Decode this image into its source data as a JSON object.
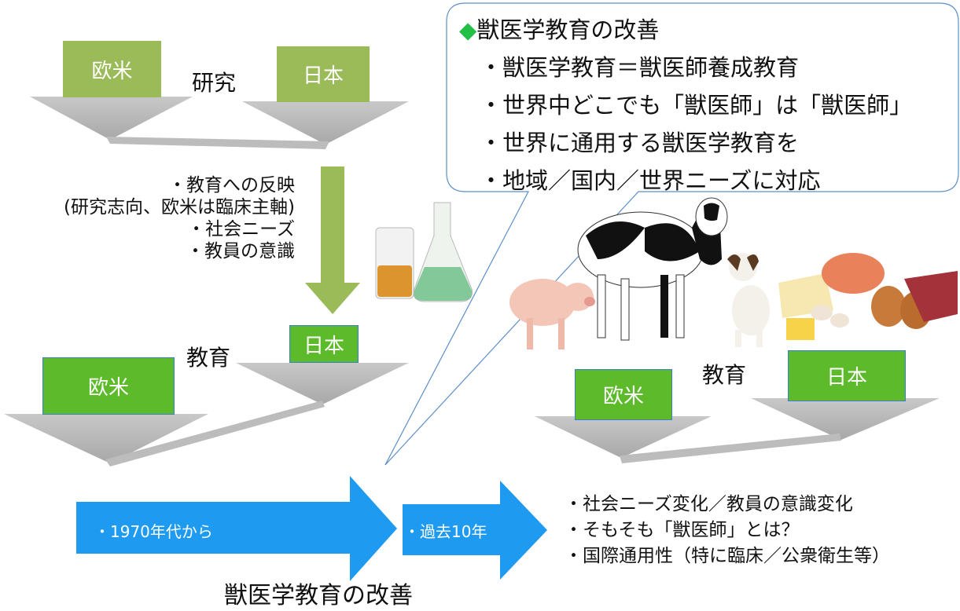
{
  "top_left": {
    "western_label": "欧米",
    "japan_label": "日本",
    "research_label": "研究"
  },
  "middle_left": {
    "factors": [
      "・教育への反映",
      "(研究志向、欧米は臨床主軸)",
      "・社会ニーズ",
      "・教員の意識"
    ]
  },
  "bottom_left": {
    "western_label": "欧米",
    "japan_label": "日本",
    "education_label": "教育"
  },
  "bubble": {
    "heading_mark": "◆",
    "heading": "獣医学教育の改善",
    "items": [
      "・獣医学教育＝獣医師養成教育",
      "・世界中どこでも「獣医師」は「獣医師」",
      "・世界に通用する獣医学教育を",
      "・地域／国内／世界ニーズに対応"
    ]
  },
  "right_diagram": {
    "western_label": "欧米",
    "japan_label": "日本",
    "education_label": "教育"
  },
  "timeline": {
    "arrow1_label": "・1970年代から",
    "arrow2_label": "・過去10年"
  },
  "right_list": [
    "・社会ニーズ変化／教員の意識変化",
    "・そもそも「獣医師」とは？",
    "・国際通用性（特に臨床／公衆衛生等）"
  ],
  "footer": "獣医学教育の改善",
  "colors": {
    "olive": "#9bbb59",
    "green": "#5dbb2b",
    "blue": "#1e9bf0",
    "bubble_border": "#5b8fc9"
  }
}
